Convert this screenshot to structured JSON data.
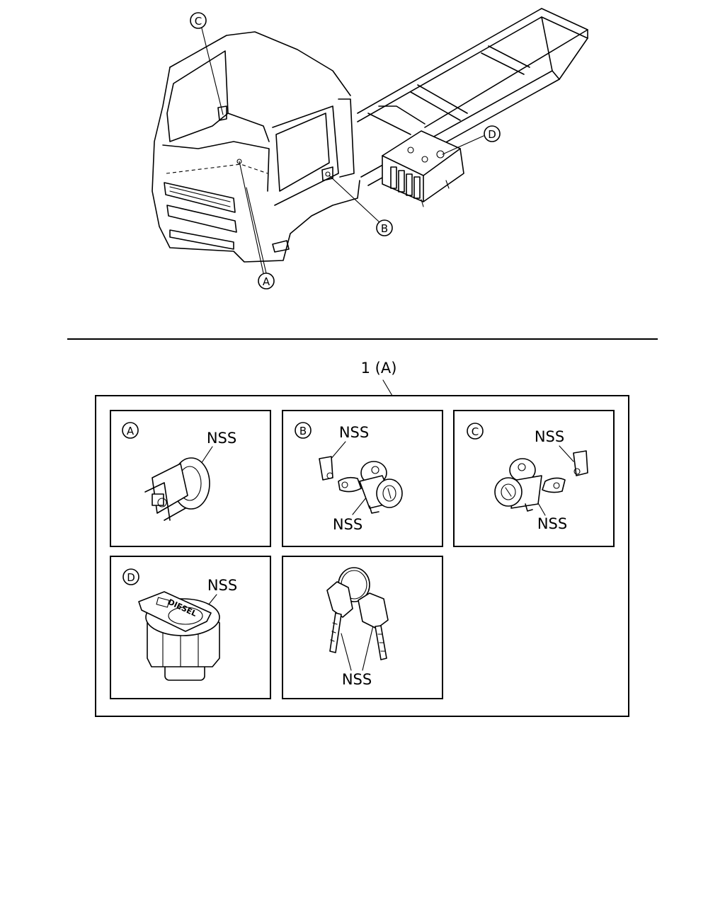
{
  "overview": {
    "callouts": [
      "A",
      "B",
      "C",
      "D"
    ]
  },
  "kit": {
    "label": "1 (A)"
  },
  "parts": [
    {
      "id": "A",
      "labels": [
        "NSS"
      ]
    },
    {
      "id": "B",
      "labels": [
        "NSS",
        "NSS"
      ]
    },
    {
      "id": "C",
      "labels": [
        "NSS",
        "NSS"
      ]
    },
    {
      "id": "D",
      "labels": [
        "NSS"
      ],
      "cap_text": "DIESEL"
    },
    {
      "id": "",
      "labels": [
        "NSS"
      ]
    }
  ]
}
